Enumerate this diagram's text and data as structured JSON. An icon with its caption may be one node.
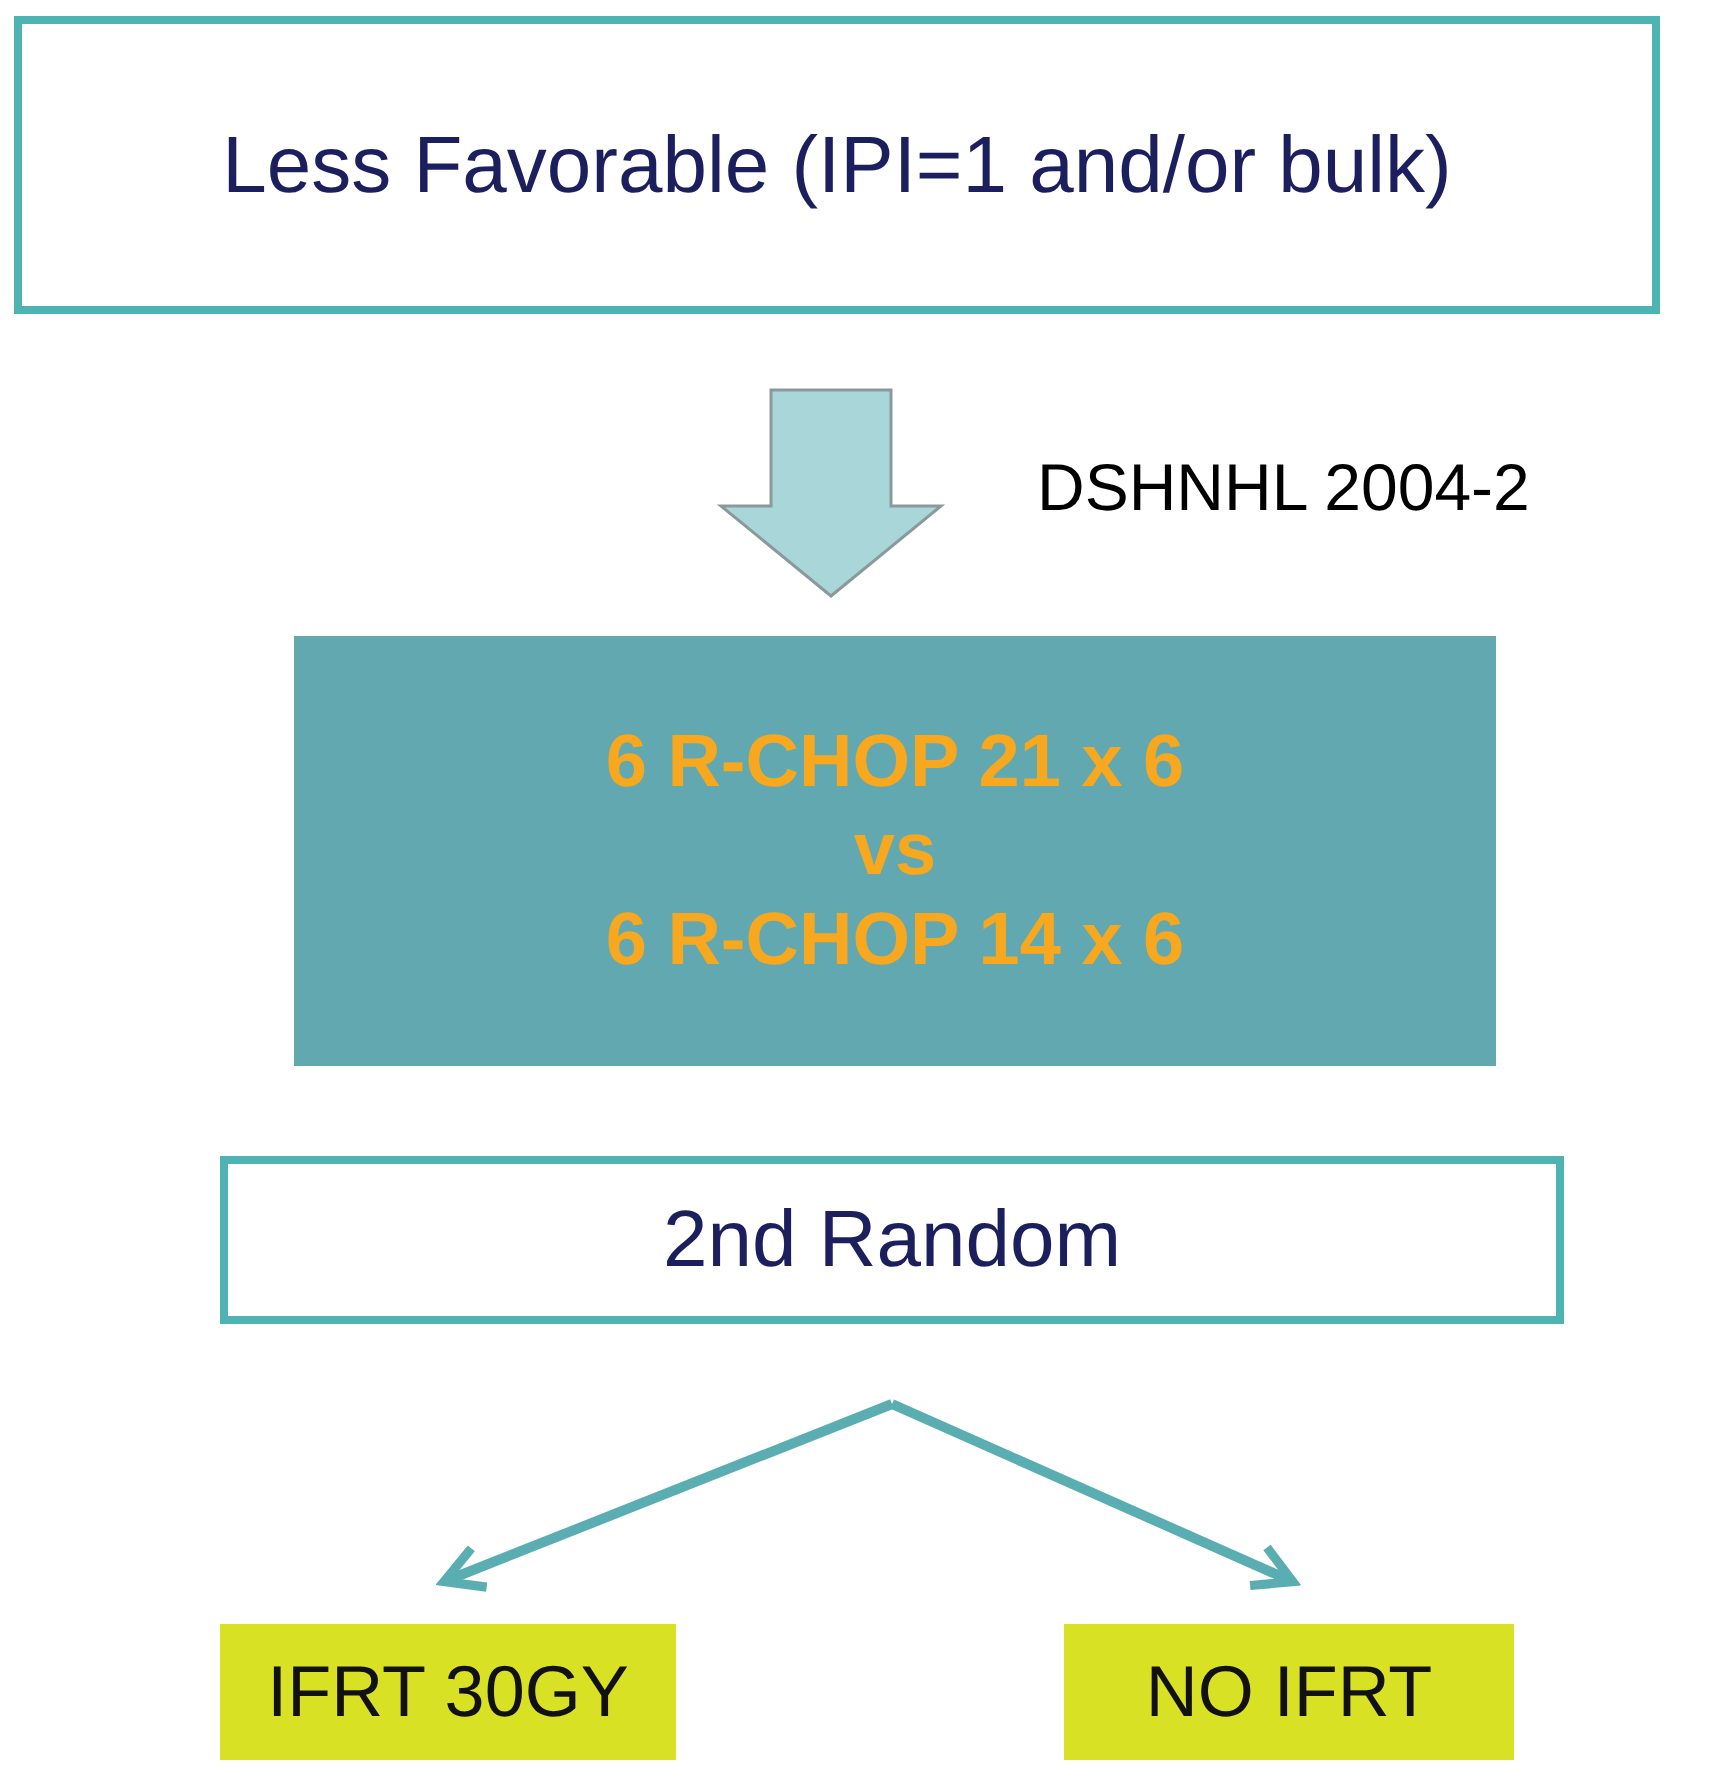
{
  "diagram": {
    "nodes": [
      {
        "text": [
          "Less Favorable (IPI=1 and/or bulk)"
        ]
      },
      {
        "text": [
          "6 R-CHOP 21 x 6",
          "vs",
          "6 R-CHOP 14 x 6"
        ]
      },
      {
        "text": [
          "2nd Random"
        ]
      },
      {
        "text": [
          "IFRT 30GY"
        ]
      },
      {
        "text": [
          "NO IFRT"
        ]
      }
    ],
    "edges": [
      {
        "from": 0,
        "to": 1,
        "arrow": "to",
        "label": "DSHNHL 2004-2",
        "style": "thick",
        "color": "#a9d6d9"
      },
      {
        "from": 2,
        "to": 3,
        "arrow": "to"
      },
      {
        "from": 2,
        "to": 4,
        "arrow": "to"
      }
    ]
  }
}
